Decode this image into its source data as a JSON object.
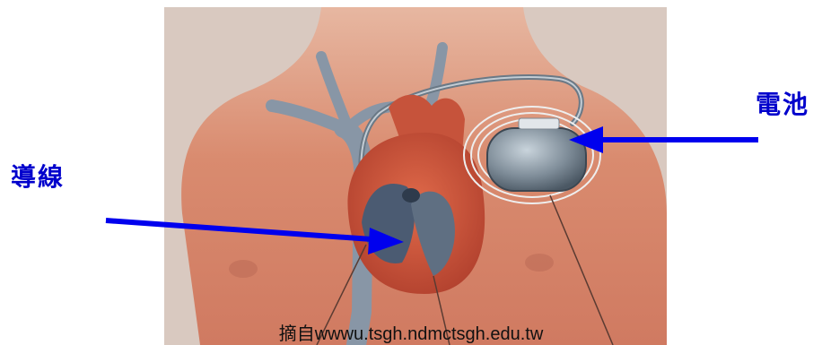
{
  "labels": {
    "lead": "導線",
    "battery": "電池"
  },
  "caption": "摘自wwwu.tsgh.ndmctsgh.edu.tw",
  "colors": {
    "label": "#0000cc",
    "arrow": "#0000ee",
    "skin": "#d98b6f",
    "background": "#ffffff"
  }
}
